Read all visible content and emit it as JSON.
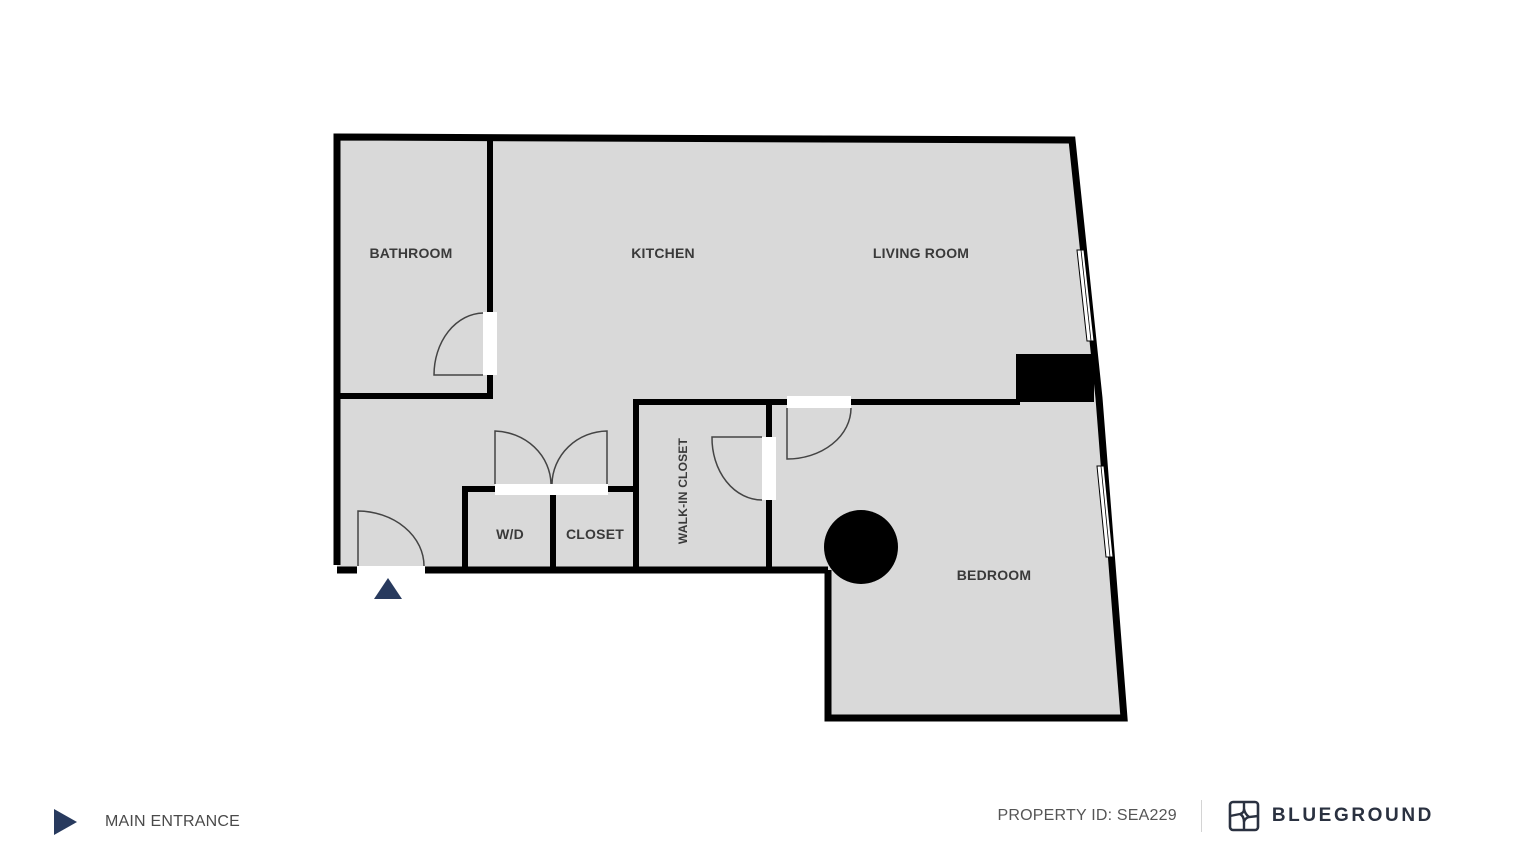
{
  "floorplan": {
    "rooms": [
      {
        "id": "bathroom",
        "label": "BATHROOM"
      },
      {
        "id": "kitchen",
        "label": "KITCHEN"
      },
      {
        "id": "living_room",
        "label": "LIVING ROOM"
      },
      {
        "id": "wd",
        "label": "W/D"
      },
      {
        "id": "closet",
        "label": "CLOSET"
      },
      {
        "id": "walk_in_closet",
        "label": "WALK-IN CLOSET"
      },
      {
        "id": "bedroom",
        "label": "BEDROOM"
      }
    ],
    "colors": {
      "floor": "#d9d9d9",
      "wall": "#000000",
      "entrance_marker": "#283a5e"
    }
  },
  "legend": {
    "icon": "triangle-right-icon",
    "label": "MAIN ENTRANCE"
  },
  "footer": {
    "property_id": "PROPERTY ID: SEA229",
    "brand_icon": "blueground-logo-icon",
    "brand_name": "BLUEGROUND",
    "brand_color": "#2a3140"
  }
}
